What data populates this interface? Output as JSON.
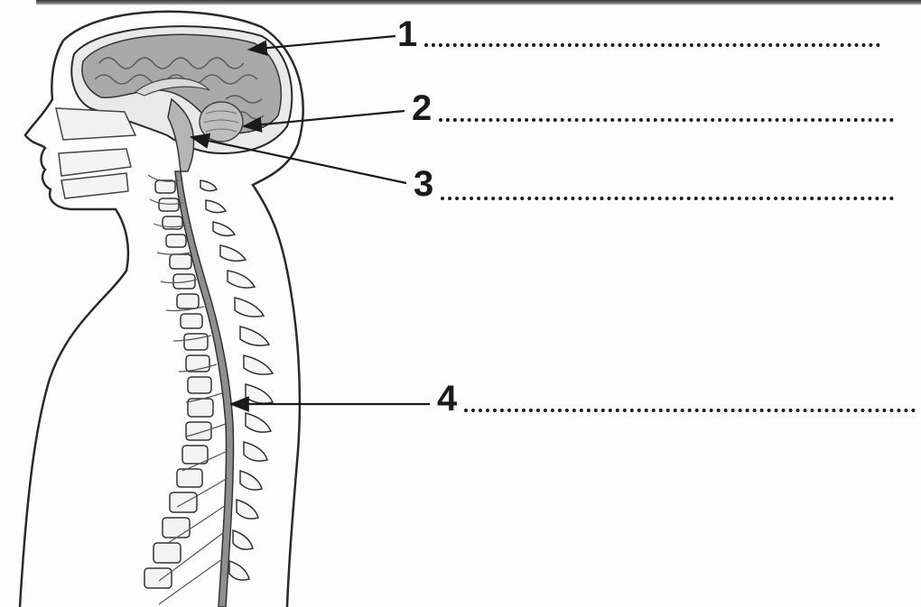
{
  "callouts": [
    {
      "number": "1",
      "answer": ""
    },
    {
      "number": "2",
      "answer": ""
    },
    {
      "number": "3",
      "answer": ""
    },
    {
      "number": "4",
      "answer": ""
    }
  ],
  "colors": {
    "ink": "#1a1a1a",
    "brain_fill": "#a9a9a9",
    "cord_fill": "#8f8f8f",
    "paper": "#fdfdfd"
  }
}
